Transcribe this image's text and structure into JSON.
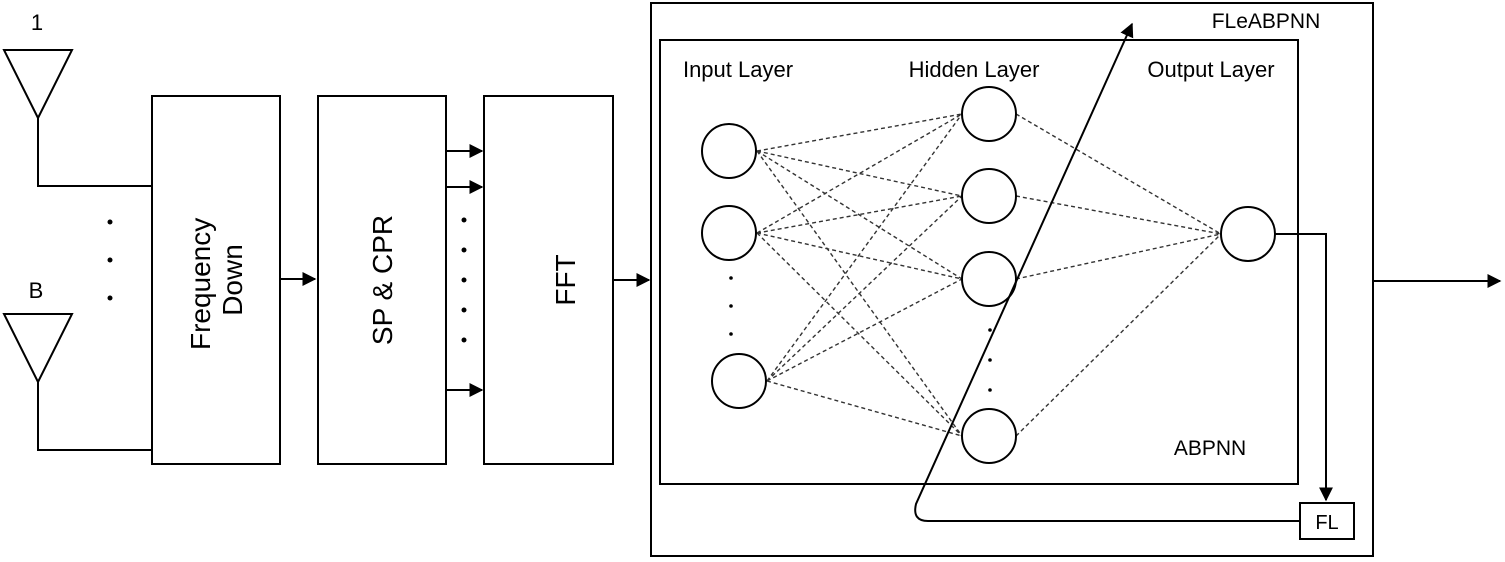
{
  "antennas": [
    {
      "label": "1"
    },
    {
      "label": "B"
    }
  ],
  "blocks": {
    "frequency_down": {
      "line1": "Frequency",
      "line2": "Down"
    },
    "sp_cpr": "SP & CPR",
    "fft": "FFT"
  },
  "outer_box": {
    "label": "FLeABPNN"
  },
  "inner_box": {
    "label": "ABPNN"
  },
  "layers": {
    "input": "Input Layer",
    "hidden": "Hidden Layer",
    "output": "Output Layer"
  },
  "fl_block": {
    "label": "FL"
  }
}
